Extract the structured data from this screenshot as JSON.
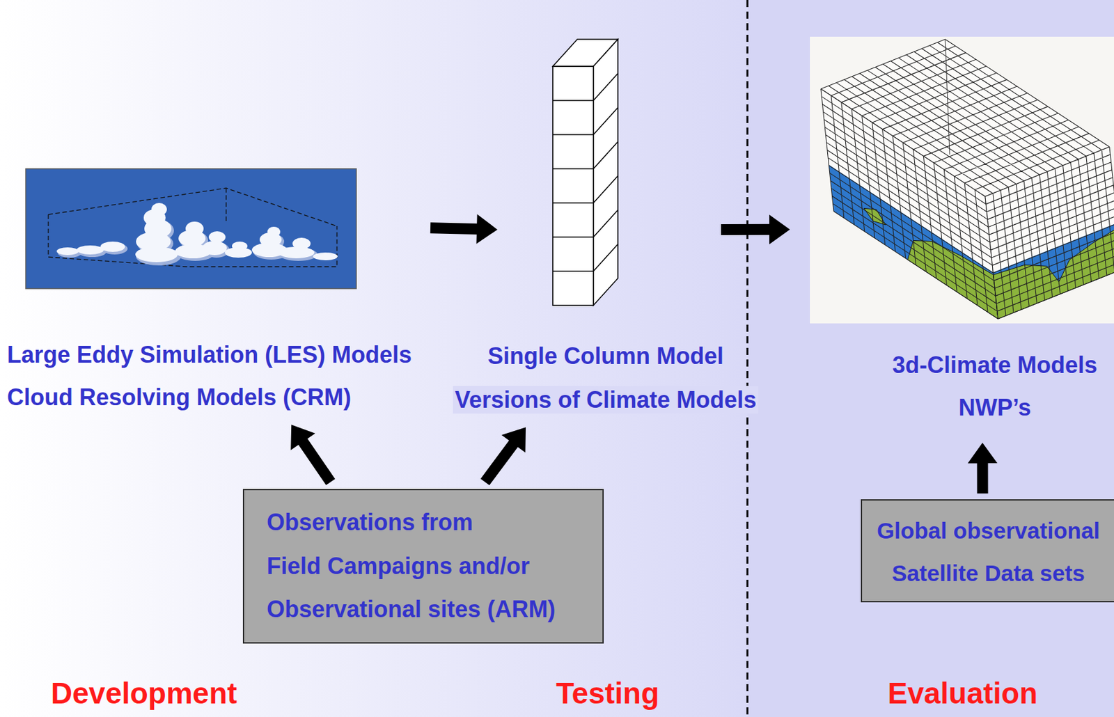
{
  "diagram": {
    "nodes": [
      {
        "text": [
          "Large Eddy Simulation (LES) Models",
          "Cloud Resolving Models (CRM)"
        ]
      },
      {
        "text": [
          "Single Column Model",
          "Versions of Climate Models"
        ]
      },
      {
        "text": [
          "3d-Climate Models",
          "NWP’s"
        ]
      },
      {
        "text": [
          "Observations from",
          "Field Campaigns and/or",
          "Observational sites (ARM)"
        ]
      },
      {
        "text": [
          "Global observational",
          "Satellite Data sets"
        ]
      }
    ],
    "edges": [
      {
        "from": 0,
        "to": 1,
        "arrow": "to"
      },
      {
        "from": 1,
        "to": 2,
        "arrow": "to"
      },
      {
        "from": 3,
        "to": 0,
        "arrow": "to"
      },
      {
        "from": 3,
        "to": 1,
        "arrow": "to"
      },
      {
        "from": 4,
        "to": 2,
        "arrow": "to"
      }
    ],
    "labels": [
      "Development",
      "Testing",
      "Evaluation"
    ]
  }
}
